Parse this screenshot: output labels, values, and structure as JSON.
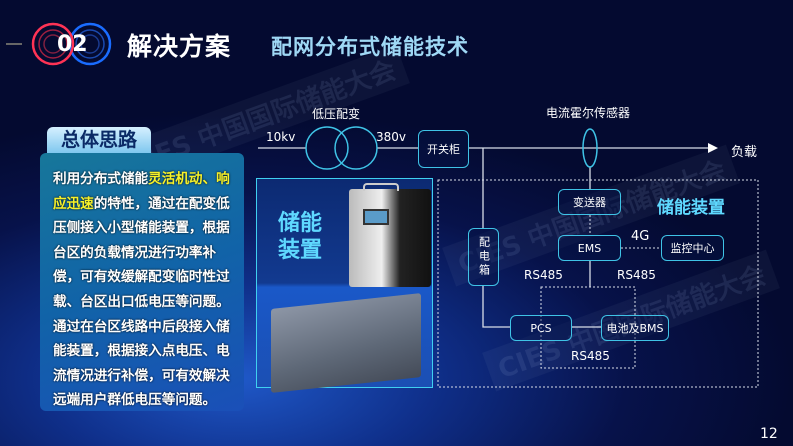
{
  "header": {
    "section_number": "02",
    "title": "解决方案",
    "subtitle": "配网分布式储能技术"
  },
  "left_panel": {
    "tab_label": "总体思路",
    "text_before": "利用分布式储能",
    "highlight": "灵活机动、响应迅速",
    "text_after": "的特性，通过在配变低压侧接入小型储能装置，根据台区的负载情况进行功率补偿，可有效缓解配变临时性过载、台区出口低电压等问题。通过在台区线路中后段接入储能装置，根据接入点电压、电流情况进行补偿，可有效解决远端用户群低电压等问题。"
  },
  "image_panel": {
    "label_line1": "储能",
    "label_line2": "装置"
  },
  "diagram": {
    "transformer_label": "低压配变",
    "input_voltage": "10kv",
    "output_voltage": "380v",
    "switchgear": "开关柜",
    "sensor_label": "电流霍尔传感器",
    "load": "负载",
    "distribution_box": "配电箱",
    "storage_title": "储能装置",
    "transmitter": "变送器",
    "ems": "EMS",
    "link_4g": "4G",
    "monitor": "监控中心",
    "rs485_left": "RS485",
    "rs485_right": "RS485",
    "rs485_bottom": "RS485",
    "pcs": "PCS",
    "battery": "电池及BMS"
  },
  "watermark": "CIES 中国国际储能大会",
  "page_number": "12",
  "colors": {
    "accent": "#3fc3e6",
    "highlight": "#f6f12a",
    "red_ring": "#ff3355",
    "blue_ring": "#1a6cff"
  }
}
